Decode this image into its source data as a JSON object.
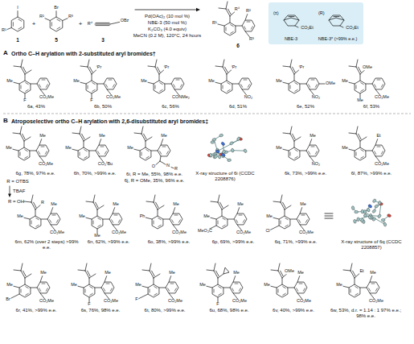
{
  "diagram": {
    "nodes": [
      {
        "text": [
          "(±)",
          "CO₂Et",
          "NBE-3",
          "(R)",
          "CO₂Et",
          "NBE-3* (>99% e.e.)"
        ]
      }
    ],
    "labels": [
      "I",
      "R¹",
      "1",
      "+",
      "Br",
      "R²",
      "R³",
      "5",
      "+",
      "R⁴",
      "OBz",
      "3",
      "Pd(OAc)₂ (10 mol %)",
      "NBE-3 (50 mol %)",
      "K₂CO₃ (4.0 equiv)",
      "MeCN (0.2 M), 120°C, 24 hours",
      "R⁴",
      "R¹",
      "R²",
      "R³",
      "6",
      "A",
      "Ortho C–H arylation with 2-substituted aryl bromides†",
      "Me",
      "F",
      "CO₂Me",
      "6a, 43%",
      "ⁱPr",
      "Me",
      "F",
      "CO₂Me",
      "6b, 50%",
      "ⁱPr",
      "Me",
      "CONMe₂",
      "6c, 56%",
      "ⁱPr",
      "Me",
      "NO₂",
      "6d, 51%",
      "ⁱPr",
      "Me",
      "OMe",
      "NO₂",
      "6e, 52%",
      "OMe",
      "Me",
      "Me",
      "CO₂Me",
      "6f, 53%",
      "B",
      "Atroposelective ortho C–H arylation with 2,6-disubstituted aryl bromides‡",
      "Me",
      "Me",
      "CO₂Me",
      "6g, 78%, 97% e.e.",
      "Me",
      "Me",
      "CO₂ᵗBu",
      "6h, 70%, >99% e.e.",
      "Me",
      "Me",
      "N",
      "O",
      "R",
      "6i, R = Me, 55%, 98% e.e.",
      "6j, R = OMe, 35%, 96% e.e.",
      "X-ray structure of 6i (CCDC 2208876)",
      "Me",
      "Me",
      "NO₂",
      "6k, 73%, >99% e.e.",
      "Me",
      "Et",
      "CO₂Me",
      "6l, 87%, >99% e.e.",
      "R = OTBS",
      "TBAF",
      "R = OH",
      "R",
      "Me",
      "Me",
      "CO₂Me",
      "6m, 62% (over 2 steps) >99% e.e.",
      "Me",
      "Me",
      "Me",
      "CO₂Me",
      "6n, 62%, >99% e.e.",
      "Ph",
      "Me",
      "CO₂Me",
      "6o, 38%, >99% e.e.",
      "Me",
      "MeO₂C",
      "Me",
      "CO₂Me",
      "6p, 69%, >99% e.e.",
      "Me",
      "Cl",
      "Me",
      "CO₂Me",
      "6q, 71%, >99% e.e.",
      "X-ray structure of 6q (CCDC 2208857)",
      "Me",
      "Br",
      "Me",
      "CO₂Me",
      "6r, 41%, >99% e.e.",
      "Me",
      "F",
      "Me",
      "CO₂Me",
      "6s, 76%, 98% e.e.",
      "Me",
      "F",
      "Me",
      "CO₂Me",
      "6t, 80%, >99% e.e.",
      "Me",
      "F",
      "Me",
      "CO₂Me",
      "6u, 68%, 98% e.e.",
      "OMe",
      "Me",
      "Me",
      "CO₂Me",
      "6v, 40%, >99% e.e.",
      "Et",
      "Me",
      "Me",
      "CO₂Me",
      "6w, 53%, d.r. = 1.14 : 1 97% e.e.; 98% e.e."
    ]
  }
}
